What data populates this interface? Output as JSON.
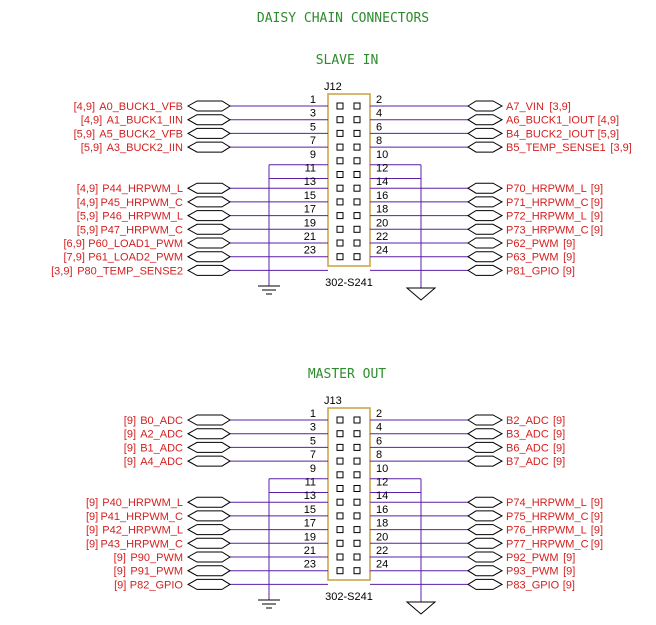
{
  "title": "DAISY CHAIN CONNECTORS",
  "colors": {
    "title": "#2e8b2e",
    "wire": "#5a1fa8",
    "net_label": "#d42020",
    "body": "#c8a040",
    "port": "#000000",
    "text": "#000000"
  },
  "sections": [
    {
      "heading": "SLAVE IN",
      "refdes": "J12",
      "part": "302-S241",
      "left": [
        {
          "pin": "1",
          "net": "A0_BUCK1_VFB",
          "ref": "[4,9]"
        },
        {
          "pin": "3",
          "net": "A1_BUCK1_IIN",
          "ref": "[4,9]"
        },
        {
          "pin": "5",
          "net": "A5_BUCK2_VFB",
          "ref": "[5,9]"
        },
        {
          "pin": "7",
          "net": "A3_BUCK2_IIN",
          "ref": "[5,9]"
        },
        {
          "pin": "9",
          "net": "",
          "ref": ""
        },
        {
          "pin": "11",
          "net": "",
          "ref": ""
        },
        {
          "pin": "13",
          "net": "P44_HRPWM_L",
          "ref": "[4,9]"
        },
        {
          "pin": "15",
          "net": "P45_HRPWM_C",
          "ref": "[4,9]"
        },
        {
          "pin": "17",
          "net": "P46_HRPWM_L",
          "ref": "[5,9]"
        },
        {
          "pin": "19",
          "net": "P47_HRPWM_C",
          "ref": "[5,9]"
        },
        {
          "pin": "21",
          "net": "P60_LOAD1_PWM",
          "ref": "[6,9]"
        },
        {
          "pin": "23",
          "net": "P61_LOAD2_PWM",
          "ref": "[7,9]"
        },
        {
          "pin": "",
          "net": "P80_TEMP_SENSE2",
          "ref": "[3,9]"
        }
      ],
      "right": [
        {
          "pin": "2",
          "net": "A7_VIN",
          "ref": "[3,9]"
        },
        {
          "pin": "4",
          "net": "A6_BUCK1_IOUT",
          "ref": "[4,9]"
        },
        {
          "pin": "6",
          "net": "B4_BUCK2_IOUT",
          "ref": "[5,9]"
        },
        {
          "pin": "8",
          "net": "B5_TEMP_SENSE1",
          "ref": "[3,9]"
        },
        {
          "pin": "10",
          "net": "",
          "ref": ""
        },
        {
          "pin": "12",
          "net": "",
          "ref": ""
        },
        {
          "pin": "14",
          "net": "P70_HRPWM_L",
          "ref": "[9]"
        },
        {
          "pin": "16",
          "net": "P71_HRPWM_C",
          "ref": "[9]"
        },
        {
          "pin": "18",
          "net": "P72_HRPWM_L",
          "ref": "[9]"
        },
        {
          "pin": "20",
          "net": "P73_HRPWM_C",
          "ref": "[9]"
        },
        {
          "pin": "22",
          "net": "P62_PWM",
          "ref": "[9]"
        },
        {
          "pin": "24",
          "net": "P63_PWM",
          "ref": "[9]"
        },
        {
          "pin": "",
          "net": "P81_GPIO",
          "ref": "[9]"
        }
      ]
    },
    {
      "heading": "MASTER OUT",
      "refdes": "J13",
      "part": "302-S241",
      "left": [
        {
          "pin": "1",
          "net": "B0_ADC",
          "ref": "[9]"
        },
        {
          "pin": "3",
          "net": "A2_ADC",
          "ref": "[9]"
        },
        {
          "pin": "5",
          "net": "B1_ADC",
          "ref": "[9]"
        },
        {
          "pin": "7",
          "net": "A4_ADC",
          "ref": "[9]"
        },
        {
          "pin": "9",
          "net": "",
          "ref": ""
        },
        {
          "pin": "11",
          "net": "",
          "ref": ""
        },
        {
          "pin": "13",
          "net": "P40_HRPWM_L",
          "ref": "[9]"
        },
        {
          "pin": "15",
          "net": "P41_HRPWM_C",
          "ref": "[9]"
        },
        {
          "pin": "17",
          "net": "P42_HRPWM_L",
          "ref": "[9]"
        },
        {
          "pin": "19",
          "net": "P43_HRPWM_C",
          "ref": "[9]"
        },
        {
          "pin": "21",
          "net": "P90_PWM",
          "ref": "[9]"
        },
        {
          "pin": "23",
          "net": "P91_PWM",
          "ref": "[9]"
        },
        {
          "pin": "",
          "net": "P82_GPIO",
          "ref": "[9]"
        }
      ],
      "right": [
        {
          "pin": "2",
          "net": "B2_ADC",
          "ref": "[9]"
        },
        {
          "pin": "4",
          "net": "B3_ADC",
          "ref": "[9]"
        },
        {
          "pin": "6",
          "net": "B6_ADC",
          "ref": "[9]"
        },
        {
          "pin": "8",
          "net": "B7_ADC",
          "ref": "[9]"
        },
        {
          "pin": "10",
          "net": "",
          "ref": ""
        },
        {
          "pin": "12",
          "net": "",
          "ref": ""
        },
        {
          "pin": "14",
          "net": "P74_HRPWM_L",
          "ref": "[9]"
        },
        {
          "pin": "16",
          "net": "P75_HRPWM_C",
          "ref": "[9]"
        },
        {
          "pin": "18",
          "net": "P76_HRPWM_L",
          "ref": "[9]"
        },
        {
          "pin": "20",
          "net": "P77_HRPWM_C",
          "ref": "[9]"
        },
        {
          "pin": "22",
          "net": "P92_PWM",
          "ref": "[9]"
        },
        {
          "pin": "24",
          "net": "P93_PWM",
          "ref": "[9]"
        },
        {
          "pin": "",
          "net": "P83_GPIO",
          "ref": "[9]"
        }
      ]
    }
  ]
}
